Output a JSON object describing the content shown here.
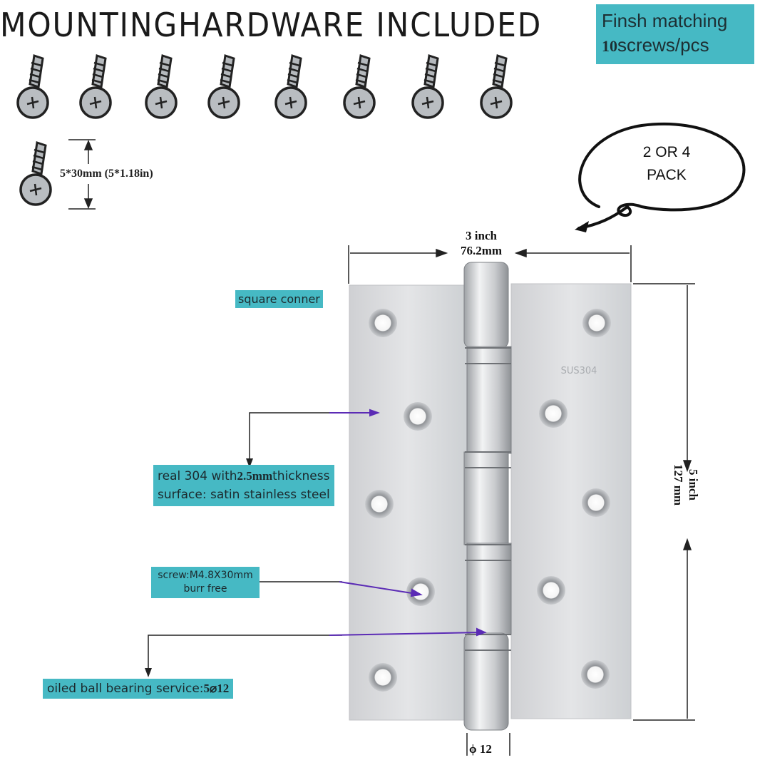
{
  "header": {
    "title": "MOUNTINGHARDWARE INCLUDED",
    "finish_line1": "Finsh matching",
    "finish_count": "10",
    "finish_line2": "screws/pcs"
  },
  "screws": {
    "size_label": "5*30mm (5*1.18in)"
  },
  "pack": {
    "line1": "2 OR 4",
    "line2": "PACK"
  },
  "dimensions": {
    "width_in": "3 inch",
    "width_mm": "76.2mm",
    "height_in": "5 inch",
    "height_mm": "127 mm",
    "pin": "ϕ 12"
  },
  "hinge": {
    "stamp": "SUS304"
  },
  "callouts": {
    "corner": "square conner",
    "material_line1_a": "real 304 with",
    "material_line1_b": "2.5mm",
    "material_line1_c": "thickness",
    "material_line2": "surface: satin stainless steel",
    "screw_line1": "screw:M4.8X30mm",
    "screw_line2": "burr free",
    "bearing_a": "oiled ball bearing service:",
    "bearing_b": "5",
    "bearing_c": "⌀12"
  },
  "colors": {
    "label_bg": "#46b9c4",
    "pointer": "#5b2bb5",
    "hinge_plate": "#d9dadc"
  }
}
